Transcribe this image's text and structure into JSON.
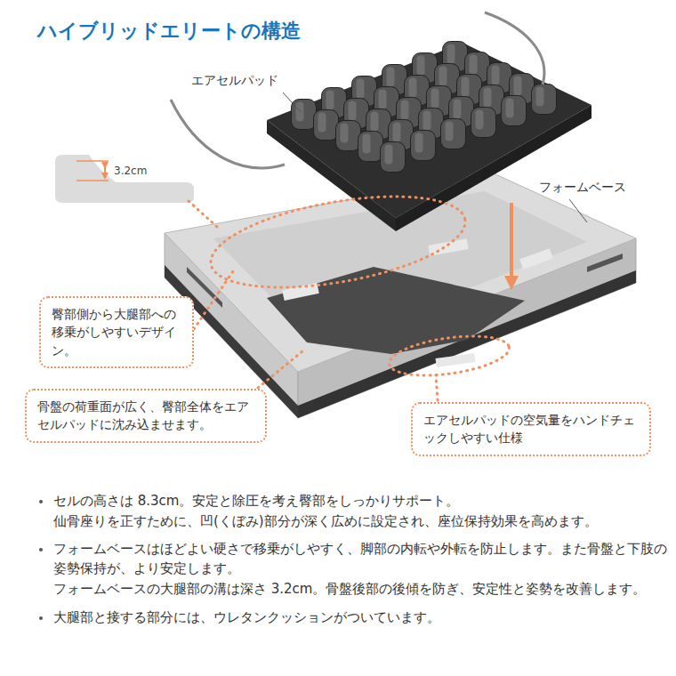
{
  "diagram": {
    "title": "ハイブリッドエリートの構造",
    "nodes": [
      {
        "text": [
          "臀部側から大腿部への移乗がしやすいデザイン。"
        ]
      },
      {
        "text": [
          "骨盤の荷重面が広く、臀部全体をエアセルパッドに沈み込ませます。"
        ]
      },
      {
        "text": [
          "エアセルパッドの空気量をハンドチェックしやすい仕様"
        ]
      }
    ],
    "labels": [
      "エアセルパッド",
      "3.2cm",
      "フォームベース",
      "セルの高さは 8.3cm。安定と除圧を考え臀部をしっかりサポート。",
      "仙骨座りを正すために、凹(くぼみ)部分が深く広めに設定され、座位保持効果を高めます。",
      "フォームベースはほどよい硬さで移乗がしやすく、脚部の内転や外転を防止します。また骨盤と下肢の姿勢保持が、より安定します。",
      "フォームベースの大腿部の溝は深さ 3.2cm。骨盤後部の後傾を防ぎ、安定性と姿勢を改善します。",
      "大腿部と接する部分には、ウレタンクッションがついています。"
    ]
  }
}
